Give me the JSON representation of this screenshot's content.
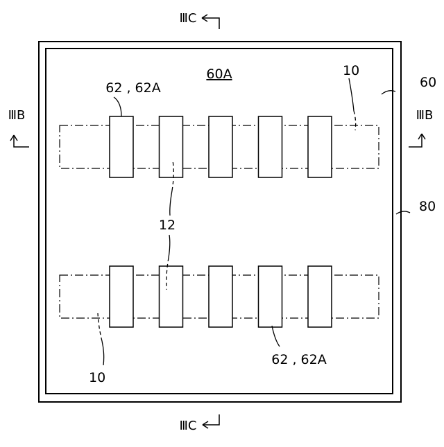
{
  "labels": {
    "outer_frame": "80",
    "inner_frame": "60",
    "inner_region": "60A",
    "strip_top": "10",
    "strip_bottom": "10",
    "pads_top": "62 , 62A",
    "pads_bottom": "62 , 62A",
    "gap": "12"
  },
  "section_markers": {
    "top": "ⅢC",
    "bottom": "ⅢC",
    "left": "ⅢB",
    "right": "ⅢB"
  },
  "pad_rows": [
    {
      "name": "top",
      "pad_count": 5
    },
    {
      "name": "bottom",
      "pad_count": 5
    }
  ]
}
